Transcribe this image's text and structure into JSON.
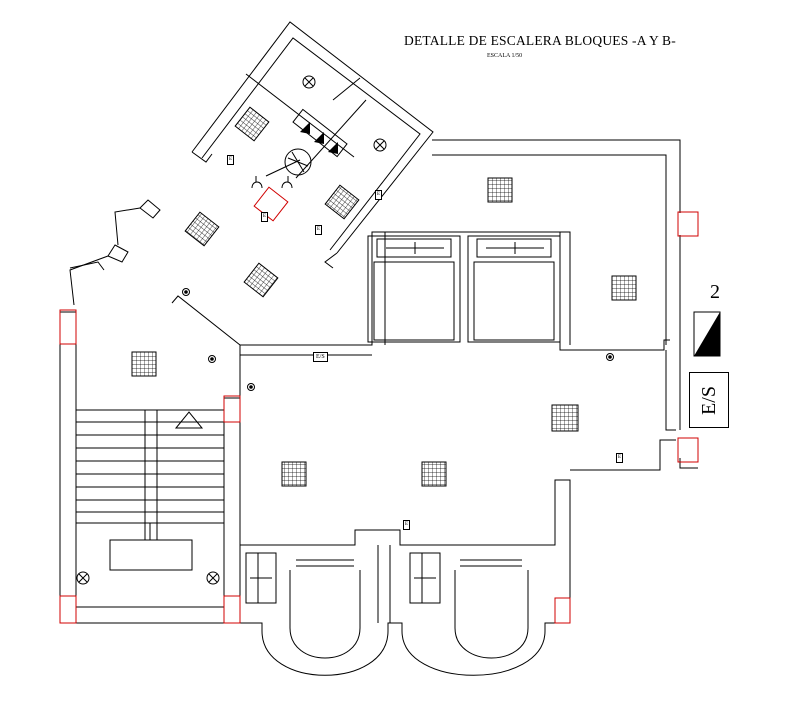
{
  "drawing": {
    "title": "DETALLE DE ESCALERA BLOQUES -A Y B-",
    "scale": "ESCALA 1/50",
    "section_number": "2",
    "stair_marker": "E/S"
  },
  "labels": {
    "hall_es": "E/S",
    "e1": "E",
    "e2": "E",
    "e3": "E",
    "e4": "E",
    "e5": "E",
    "e6": "E"
  },
  "colors": {
    "line": "#000000",
    "accent": "#d00000"
  },
  "icons": {
    "ceiling_light": "grid-panel-icon",
    "recessed_light": "crossed-circle-icon",
    "sensor": "dot-circle-icon",
    "section_marker": "triangle-flag-icon"
  }
}
